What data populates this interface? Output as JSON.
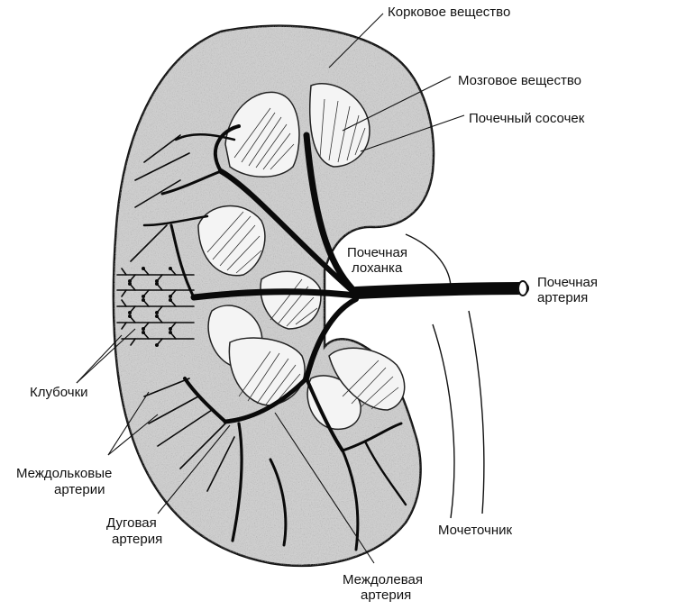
{
  "labels": {
    "cortex": "Корковое вещество",
    "medulla": "Мозговое вещество",
    "papilla": "Почечный сосочек",
    "pelvis_line1": "Почечная",
    "pelvis_line2": "лоханка",
    "artery_line1": "Почечная",
    "artery_line2": "артерия",
    "glomeruli": "Клубочки",
    "interlobular_line1": "Междольковые",
    "interlobular_line2": "артерии",
    "arcuate_line1": "Дуговая",
    "arcuate_line2": "артерия",
    "ureter": "Мочеточник",
    "interlobar_line1": "Междолевая",
    "interlobar_line2": "артерия"
  },
  "colors": {
    "ink": "#111111",
    "cortex_shade": "#b8b8b8",
    "background": "#ffffff"
  }
}
